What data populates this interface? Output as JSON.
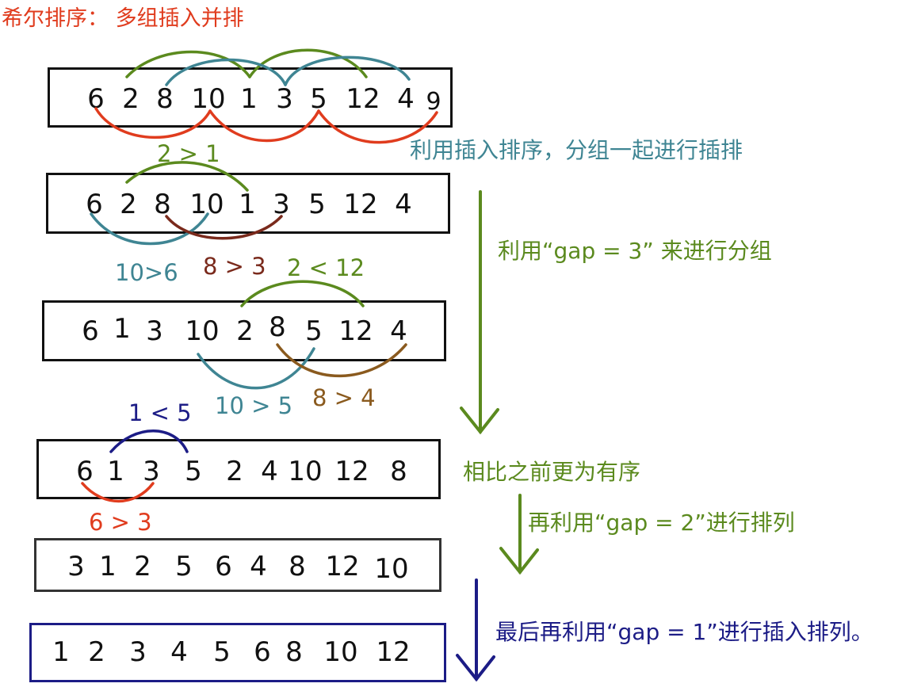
{
  "title": "希尔排序： 多组插入并排",
  "colors": {
    "red": "#e03c1e",
    "green": "#5b8a1e",
    "teal": "#3f8593",
    "maroon": "#7a2a1c",
    "brown": "#8a5a1e",
    "navy": "#1c1c86",
    "black": "#111111"
  },
  "rows": [
    {
      "values": [
        "6",
        "2",
        "8",
        "10",
        "1",
        "3",
        "5",
        "12",
        "4",
        "9"
      ]
    },
    {
      "values": [
        "6",
        "2",
        "8",
        "10",
        "1",
        "3",
        "5",
        "12",
        "4"
      ]
    },
    {
      "values": [
        "6",
        "1",
        "3",
        "10",
        "2",
        "8",
        "5",
        "12",
        "4"
      ]
    },
    {
      "values": [
        "6",
        "1",
        "3",
        "5",
        "2",
        "4",
        "10",
        "12",
        "8"
      ]
    },
    {
      "values": [
        "3",
        "1",
        "2",
        "5",
        "6",
        "4",
        "8",
        "12",
        "10"
      ]
    },
    {
      "values": [
        "1",
        "2",
        "3",
        "4",
        "5",
        "6",
        "8",
        "10",
        "12"
      ]
    }
  ],
  "comparisons": {
    "c1": "2 > 1",
    "c2": "10>6",
    "c3": "8 > 3",
    "c4": "2 < 12",
    "c5": "10 > 5",
    "c6": "8 > 4",
    "c7": "1 < 5",
    "c8": "6 > 3"
  },
  "notes": {
    "n1": "利用插入排序，分组一起进行插排",
    "n2": "利用“gap = 3” 来进行分组",
    "n3": "相比之前更为有序",
    "n4": "再利用“gap = 2”进行排列",
    "n5": "最后再利用“gap = 1”进行插入排列。"
  }
}
